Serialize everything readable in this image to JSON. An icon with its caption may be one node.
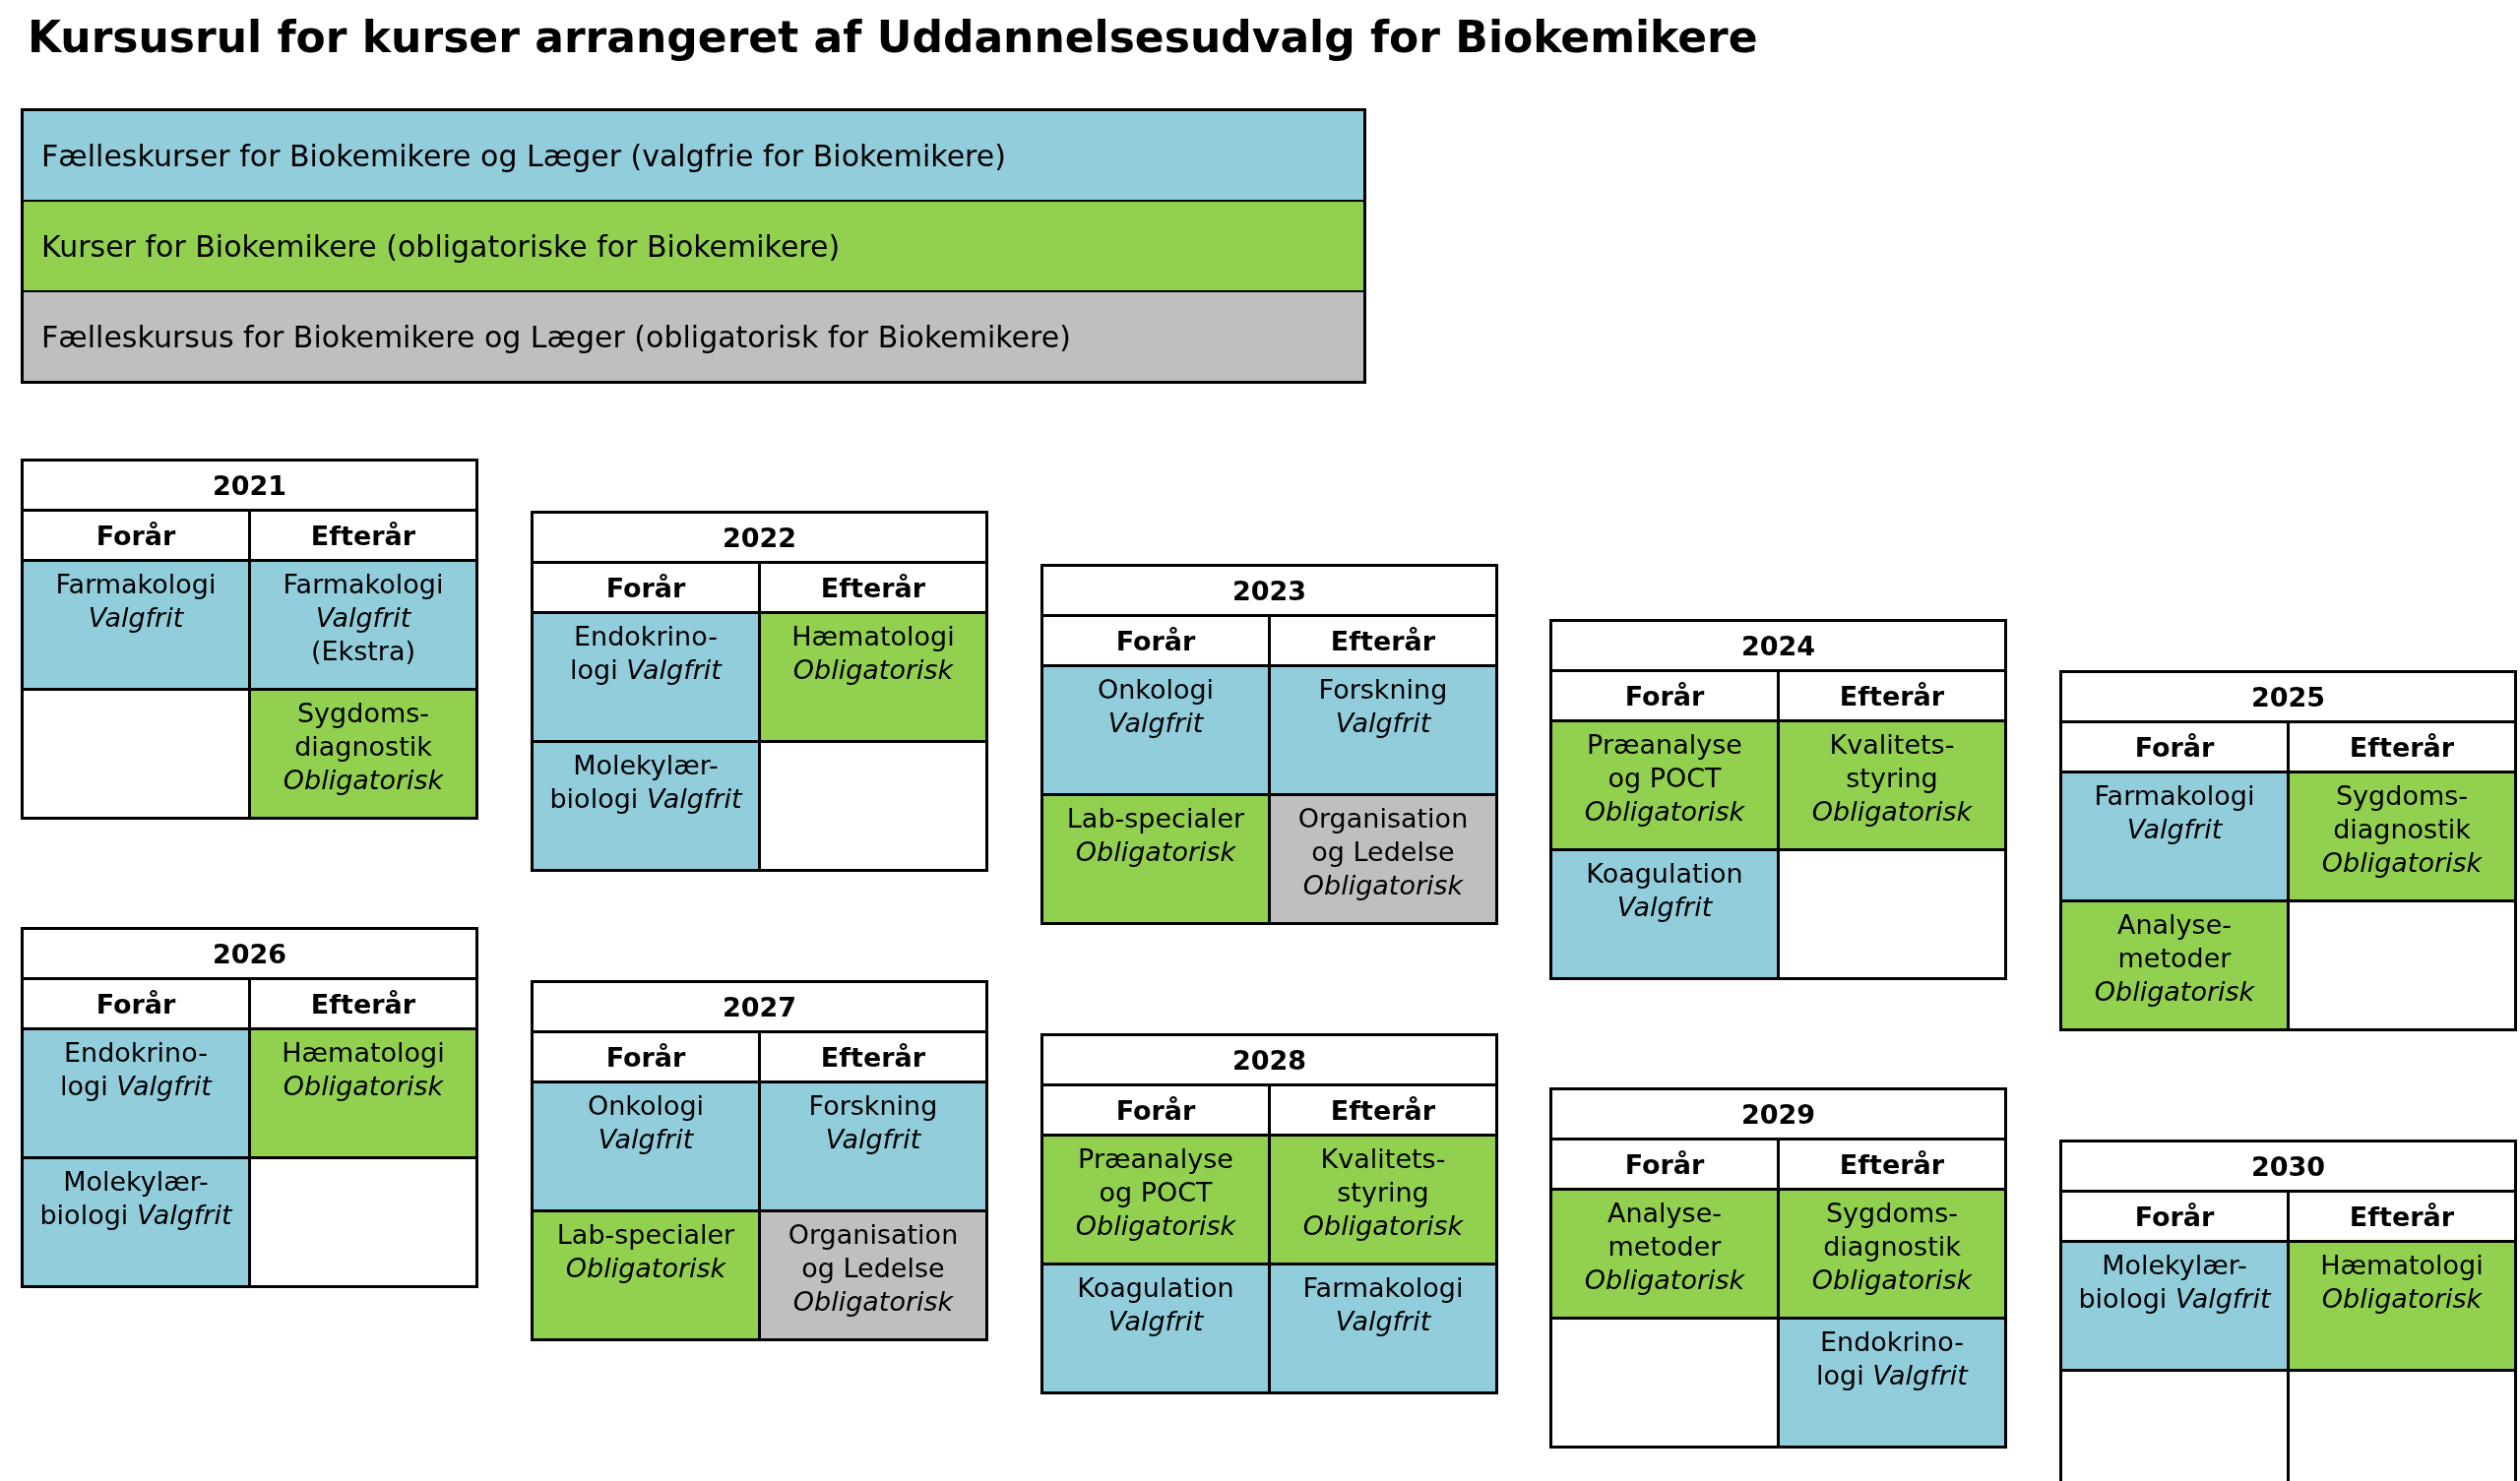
{
  "diagram": {
    "title": "Kursusrul for kurser arrangeret af Uddannelsesudvalg for Biokemikere",
    "legend": [
      {
        "text": "Fælleskurser for Biokemikere og Læger (valgfrie for Biokemikere)",
        "color": "#92cddc"
      },
      {
        "text": "Kurser for Biokemikere (obligatoriske for Biokemikere)",
        "color": "#92d050"
      },
      {
        "text": "Fælleskursus for Biokemikere og Læger (obligatorisk for Biokemikere)",
        "color": "#bfbfbf"
      }
    ],
    "labels": [
      "2021",
      "Forår",
      "Efterår",
      "Farmakologi *Valgfrit*",
      "Farmakologi *Valgfrit* (Ekstra)",
      "Sygdoms- diagnostik *Obligatorisk*",
      "2022",
      "Forår",
      "Efterår",
      "Endokrino- logi *Valgfrit*",
      "Hæmatologi *Obligatorisk*",
      "Molekylær- biologi *Valgfrit*",
      "2023",
      "Forår",
      "Efterår",
      "Onkologi *Valgfrit*",
      "Forskning *Valgfrit*",
      "Lab-specialer *Obligatorisk*",
      "Organisation og Ledelse *Obligatorisk*",
      "2024",
      "Forår",
      "Efterår",
      "Præanalyse og POCT *Obligatorisk*",
      "Kvalitets- styring *Obligatorisk*",
      "Koagulation *Valgfrit*",
      "2025",
      "Forår",
      "Efterår",
      "Farmakologi *Valgfrit*",
      "Sygdoms- diagnostik *Obligatorisk*",
      "Analyse- metoder *Obligatorisk*",
      "2026",
      "Forår",
      "Efterår",
      "Endokrino- logi *Valgfrit*",
      "Hæmatologi *Obligatorisk*",
      "Molekylær- biologi *Valgfrit*",
      "2027",
      "Forår",
      "Efterår",
      "Onkologi *Valgfrit*",
      "Forskning *Valgfrit*",
      "Lab-specialer *Obligatorisk*",
      "Organisation og Ledelse *Obligatorisk*",
      "2028",
      "Forår",
      "Efterår",
      "Præanalyse og POCT *Obligatorisk*",
      "Kvalitets- styring *Obligatorisk*",
      "Koagulation *Valgfrit*",
      "Farmakologi *Valgfrit*",
      "2029",
      "Forår",
      "Efterår",
      "Analyse- metoder *Obligatorisk*",
      "Sygdoms- diagnostik *Obligatorisk*",
      "Endokrino- logi *Valgfrit*",
      "2030",
      "Forår",
      "Efterår",
      "Molekylær- biologi *Valgfrit*",
      "Hæmatologi *Obligatorisk*"
    ]
  }
}
